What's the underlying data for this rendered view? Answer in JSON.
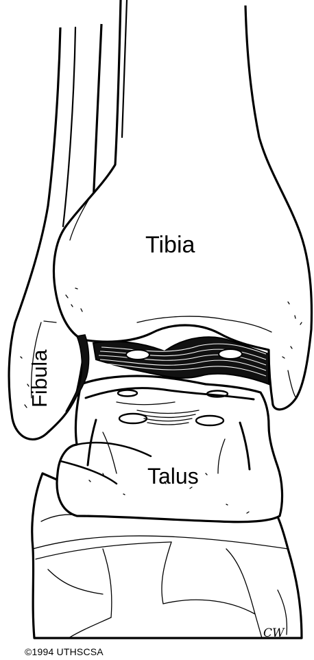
{
  "diagram": {
    "labels": {
      "tibia": "Tibia",
      "fibula": "Fibula",
      "talus": "Talus"
    },
    "copyright": "©1994 UTHSCSA",
    "artist_initials": "CW"
  }
}
